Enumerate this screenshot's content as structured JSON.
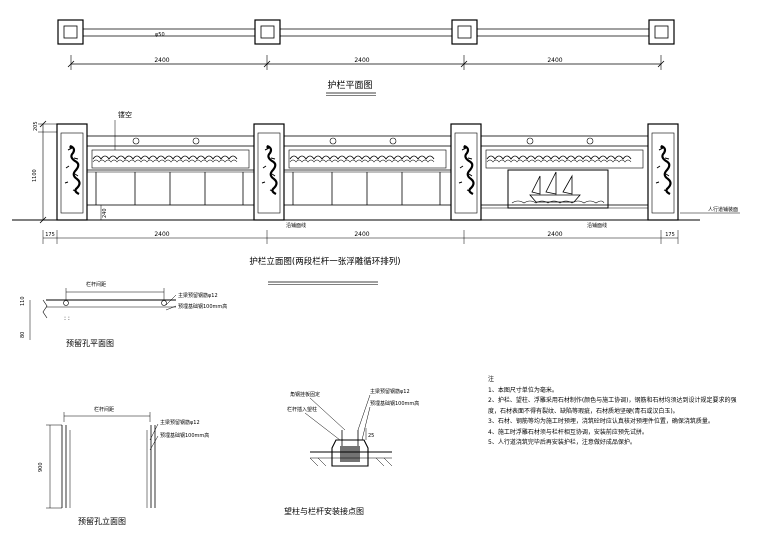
{
  "plan": {
    "dims": [
      "2400",
      "2400",
      "2400"
    ],
    "title": "护栏平面图",
    "tag": "φ50"
  },
  "elevation": {
    "label_hollow": "镂空",
    "dim_left_top": "205",
    "dim_height": "1100",
    "dim_base": "240",
    "dims_bottom": [
      "175",
      "2400",
      "2400",
      "2400",
      "175"
    ],
    "label_ground1": "沿铺面线",
    "label_ground2": "沿铺面线",
    "label_walkway": "人行道铺装面",
    "title": "护栏立面图(两段栏杆一张浮雕循环排列)"
  },
  "detail_plan": {
    "title": "预留孔平面图",
    "top_label": "栏杆间距",
    "note1": "主梁预留钢筋φ12",
    "note2": "预埋基础钢100mm高",
    "dim_a": "110",
    "dim_b": "80"
  },
  "detail_elev": {
    "title": "预留孔立面图",
    "top_label": "栏杆间距",
    "note1": "主梁预留钢筋φ12",
    "note2": "预埋基础钢100mm高",
    "dim_h": "900"
  },
  "detail_join": {
    "title": "望柱与栏杆安装接点图",
    "label_a": "角钢挂板固定",
    "label_b": "栏杆插入望柱",
    "note1": "主梁预留钢筋φ12",
    "note2": "预埋基础钢100mm高",
    "dim": "25"
  },
  "notes": {
    "heading": "注",
    "items": [
      "1、本图尺寸单位为毫米。",
      "2、护栏、望柱、浮雕采用石材制作(颜色与施工协调)，钢筋和石材均须达到设计规定要求的强度，石材表面不得有裂纹、缺陷等瑕疵，石材质地坚硬(青石或汉白玉)。",
      "3、石材、钢筋等均为施工时预埋，浇筑砼时应认真核对预埋件位置，确保浇筑质量。",
      "4、施工时浮雕石材须与栏杆相互协调，安装前应预先试拼。",
      "5、人行道浇筑完毕后再安装护栏，注意做好成品保护。"
    ]
  }
}
